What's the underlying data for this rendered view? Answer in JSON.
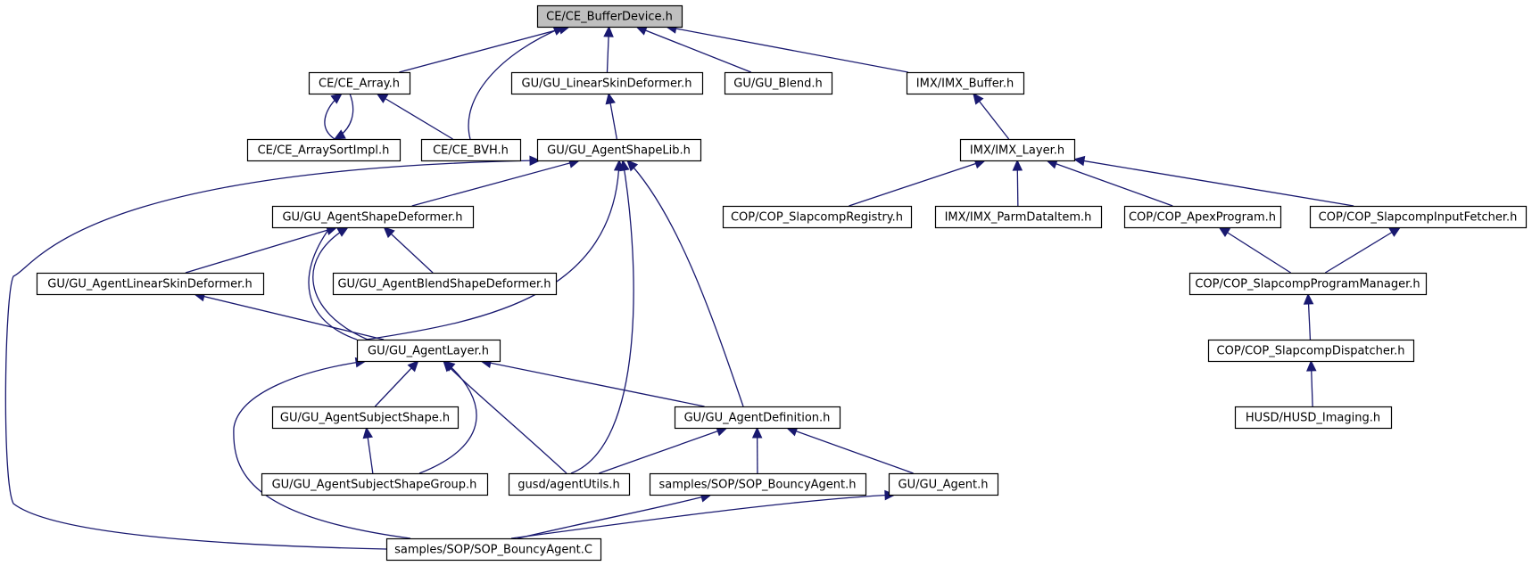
{
  "graph": {
    "edge_color": "#191970",
    "root_fill": "#bfbfbf",
    "nodes": [
      {
        "id": "ce_bufferdevice",
        "label": "CE/CE_BufferDevice.h",
        "root": true
      },
      {
        "id": "ce_array",
        "label": "CE/CE_Array.h"
      },
      {
        "id": "gu_linearskindeformer",
        "label": "GU/GU_LinearSkinDeformer.h"
      },
      {
        "id": "gu_blend",
        "label": "GU/GU_Blend.h"
      },
      {
        "id": "imx_buffer",
        "label": "IMX/IMX_Buffer.h"
      },
      {
        "id": "ce_arraysortimpl",
        "label": "CE/CE_ArraySortImpl.h"
      },
      {
        "id": "ce_bvh",
        "label": "CE/CE_BVH.h"
      },
      {
        "id": "gu_agentshapelib",
        "label": "GU/GU_AgentShapeLib.h"
      },
      {
        "id": "imx_layer",
        "label": "IMX/IMX_Layer.h"
      },
      {
        "id": "gu_agentshapedeformer",
        "label": "GU/GU_AgentShapeDeformer.h"
      },
      {
        "id": "cop_slapcompregistry",
        "label": "COP/COP_SlapcompRegistry.h"
      },
      {
        "id": "imx_parmdataitem",
        "label": "IMX/IMX_ParmDataItem.h"
      },
      {
        "id": "cop_apexprogram",
        "label": "COP/COP_ApexProgram.h"
      },
      {
        "id": "cop_slapcompinputfetcher",
        "label": "COP/COP_SlapcompInputFetcher.h"
      },
      {
        "id": "gu_agentlinearskindeformer",
        "label": "GU/GU_AgentLinearSkinDeformer.h"
      },
      {
        "id": "gu_agentblendshapedeformer",
        "label": "GU/GU_AgentBlendShapeDeformer.h"
      },
      {
        "id": "cop_slapcompprogrammanager",
        "label": "COP/COP_SlapcompProgramManager.h"
      },
      {
        "id": "gu_agentlayer",
        "label": "GU/GU_AgentLayer.h"
      },
      {
        "id": "cop_slapcompdispatcher",
        "label": "COP/COP_SlapcompDispatcher.h"
      },
      {
        "id": "gu_agentsubjectshape",
        "label": "GU/GU_AgentSubjectShape.h"
      },
      {
        "id": "gu_agentdefinition",
        "label": "GU/GU_AgentDefinition.h"
      },
      {
        "id": "husd_imaging",
        "label": "HUSD/HUSD_Imaging.h"
      },
      {
        "id": "gu_agentsubjectshapegroup",
        "label": "GU/GU_AgentSubjectShapeGroup.h"
      },
      {
        "id": "gusd_agentutils",
        "label": "gusd/agentUtils.h"
      },
      {
        "id": "sop_bouncyagent_h",
        "label": "samples/SOP/SOP_BouncyAgent.h"
      },
      {
        "id": "gu_agent",
        "label": "GU/GU_Agent.h"
      },
      {
        "id": "sop_bouncyagent_c",
        "label": "samples/SOP/SOP_BouncyAgent.C"
      }
    ],
    "edges": [
      {
        "from": "ce_array",
        "to": "ce_bufferdevice"
      },
      {
        "from": "ce_bvh",
        "to": "ce_bufferdevice"
      },
      {
        "from": "gu_linearskindeformer",
        "to": "ce_bufferdevice"
      },
      {
        "from": "gu_blend",
        "to": "ce_bufferdevice"
      },
      {
        "from": "imx_buffer",
        "to": "ce_bufferdevice"
      },
      {
        "from": "ce_arraysortimpl",
        "to": "ce_array"
      },
      {
        "from": "ce_array",
        "to": "ce_arraysortimpl"
      },
      {
        "from": "ce_bvh",
        "to": "ce_array"
      },
      {
        "from": "gu_agentshapelib",
        "to": "gu_linearskindeformer"
      },
      {
        "from": "imx_layer",
        "to": "imx_buffer"
      },
      {
        "from": "gu_agentshapedeformer",
        "to": "gu_agentshapelib"
      },
      {
        "from": "sop_bouncyagent_c",
        "to": "gu_agentshapelib"
      },
      {
        "from": "gu_agentlayer",
        "to": "gu_agentshapelib"
      },
      {
        "from": "gusd_agentutils",
        "to": "gu_agentshapelib"
      },
      {
        "from": "gu_agentdefinition",
        "to": "gu_agentshapelib"
      },
      {
        "from": "cop_slapcompregistry",
        "to": "imx_layer"
      },
      {
        "from": "imx_parmdataitem",
        "to": "imx_layer"
      },
      {
        "from": "cop_apexprogram",
        "to": "imx_layer"
      },
      {
        "from": "cop_slapcompinputfetcher",
        "to": "imx_layer"
      },
      {
        "from": "gu_agentlinearskindeformer",
        "to": "gu_agentshapedeformer"
      },
      {
        "from": "gu_agentblendshapedeformer",
        "to": "gu_agentshapedeformer"
      },
      {
        "from": "gu_agentlayer",
        "to": "gu_agentshapedeformer"
      },
      {
        "from": "cop_slapcompprogrammanager",
        "to": "cop_apexprogram"
      },
      {
        "from": "cop_slapcompprogrammanager",
        "to": "cop_slapcompinputfetcher"
      },
      {
        "from": "gu_agentlayer",
        "to": "gu_agentlinearskindeformer"
      },
      {
        "from": "cop_slapcompdispatcher",
        "to": "cop_slapcompprogrammanager"
      },
      {
        "from": "husd_imaging",
        "to": "cop_slapcompdispatcher"
      },
      {
        "from": "gu_agentsubjectshape",
        "to": "gu_agentlayer"
      },
      {
        "from": "gu_agentsubjectshapegroup",
        "to": "gu_agentlayer"
      },
      {
        "from": "gusd_agentutils",
        "to": "gu_agentlayer"
      },
      {
        "from": "gu_agentdefinition",
        "to": "gu_agentlayer"
      },
      {
        "from": "sop_bouncyagent_c",
        "to": "gu_agentlayer"
      },
      {
        "from": "gu_agentsubjectshapegroup",
        "to": "gu_agentsubjectshape"
      },
      {
        "from": "gusd_agentutils",
        "to": "gu_agentdefinition"
      },
      {
        "from": "sop_bouncyagent_h",
        "to": "gu_agentdefinition"
      },
      {
        "from": "gu_agent",
        "to": "gu_agentdefinition"
      },
      {
        "from": "sop_bouncyagent_c",
        "to": "sop_bouncyagent_h"
      },
      {
        "from": "sop_bouncyagent_c",
        "to": "gu_agent"
      }
    ]
  }
}
